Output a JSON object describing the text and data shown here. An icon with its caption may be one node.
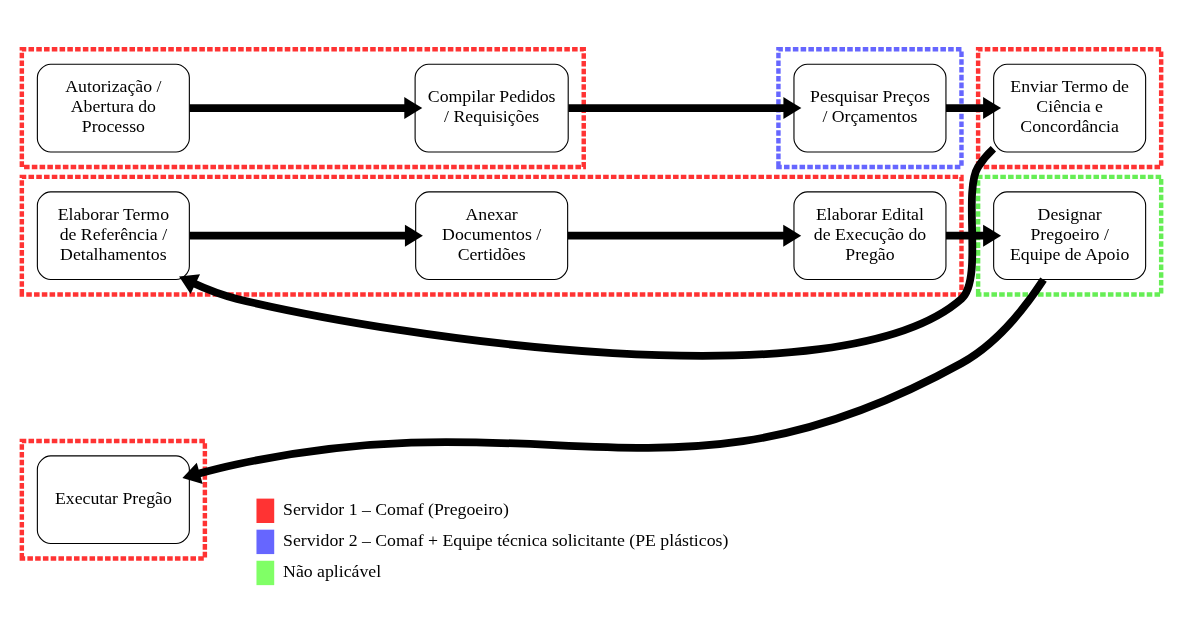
{
  "diagram": {
    "nodes": [
      {
        "text": [],
        "shape": "box"
      },
      {
        "text": [
          "Autorização / Abertura do Processo"
        ],
        "in": 0
      },
      {
        "text": [
          "Compilar Pedidos / Requisições"
        ],
        "in": 0
      },
      {
        "text": [],
        "shape": "box"
      },
      {
        "text": [
          "Pesquisar Preços / Orçamentos"
        ],
        "in": 3
      },
      {
        "text": [],
        "shape": "box"
      },
      {
        "text": [
          "Enviar Termo de Ciência e Concordância"
        ],
        "in": 5
      },
      {
        "text": [],
        "shape": "box"
      },
      {
        "text": [
          "Elaborar Termo de Referência / Detalhamentos"
        ],
        "in": 7
      },
      {
        "text": [
          "Anexar Documentos / Certidões"
        ],
        "in": 7
      },
      {
        "text": [
          "Elaborar Edital de Execução do Pregão"
        ],
        "in": 7
      },
      {
        "text": [],
        "shape": "box"
      },
      {
        "text": [
          "Designar Pregoeiro / Equipe de Apoio"
        ],
        "in": 11
      },
      {
        "text": [],
        "shape": "box"
      },
      {
        "text": [
          "Executar Pregão"
        ],
        "in": 13
      }
    ],
    "edges": [
      {
        "from": 1,
        "to": 2,
        "arrow": "to"
      },
      {
        "from": 2,
        "to": 4,
        "arrow": "to"
      },
      {
        "from": 4,
        "to": 6,
        "arrow": "to"
      },
      {
        "from": 6,
        "to": 8,
        "arrow": "to"
      },
      {
        "from": 8,
        "to": 9,
        "arrow": "to"
      },
      {
        "from": 9,
        "to": 10,
        "arrow": "to"
      },
      {
        "from": 10,
        "to": 12,
        "arrow": "to"
      },
      {
        "from": 12,
        "to": 14,
        "arrow": "to"
      }
    ],
    "legend": [
      {
        "text": "Servidor 1 – Comaf (Pregoeiro)",
        "color": "#ff3333"
      },
      {
        "text": "Servidor 2 – Comaf + Equipe técnica solicitante (PE plásticos)",
        "color": "#6666ff"
      },
      {
        "text": "Não aplicável",
        "color": "#80ff66"
      }
    ]
  }
}
